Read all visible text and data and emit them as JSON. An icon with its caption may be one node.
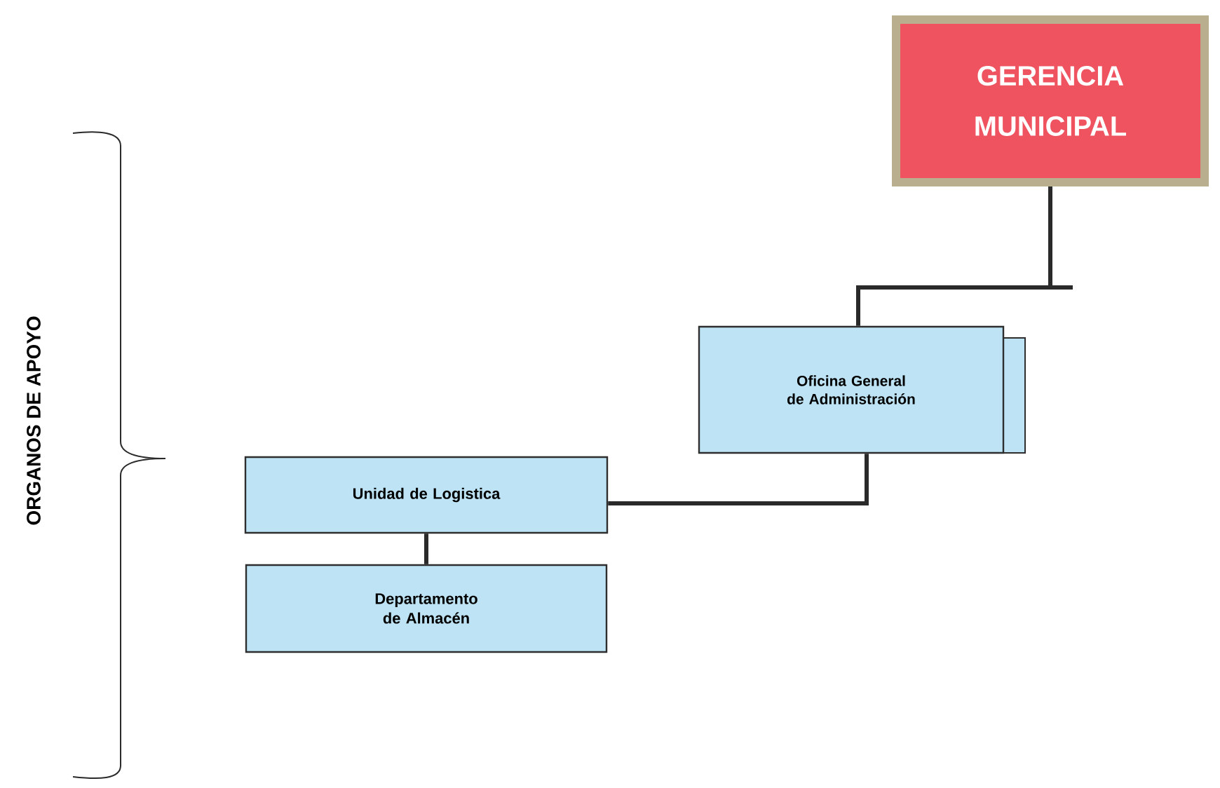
{
  "diagram": {
    "nodes": [
      {
        "text": [
          "GERENCIA MUNICIPAL"
        ]
      },
      {
        "text": [
          "Oficina General de Administración"
        ]
      },
      {
        "text": [
          "Unidad de Logistica"
        ]
      },
      {
        "text": [
          "Departamento de Almacén"
        ]
      }
    ],
    "edges": [
      {
        "from": 0,
        "to": 1,
        "arrow": "none"
      },
      {
        "from": 1,
        "to": 2,
        "arrow": "none"
      },
      {
        "from": 2,
        "to": 3,
        "arrow": "none"
      }
    ],
    "labels": [
      "ORGANOS DE APOYO"
    ]
  }
}
